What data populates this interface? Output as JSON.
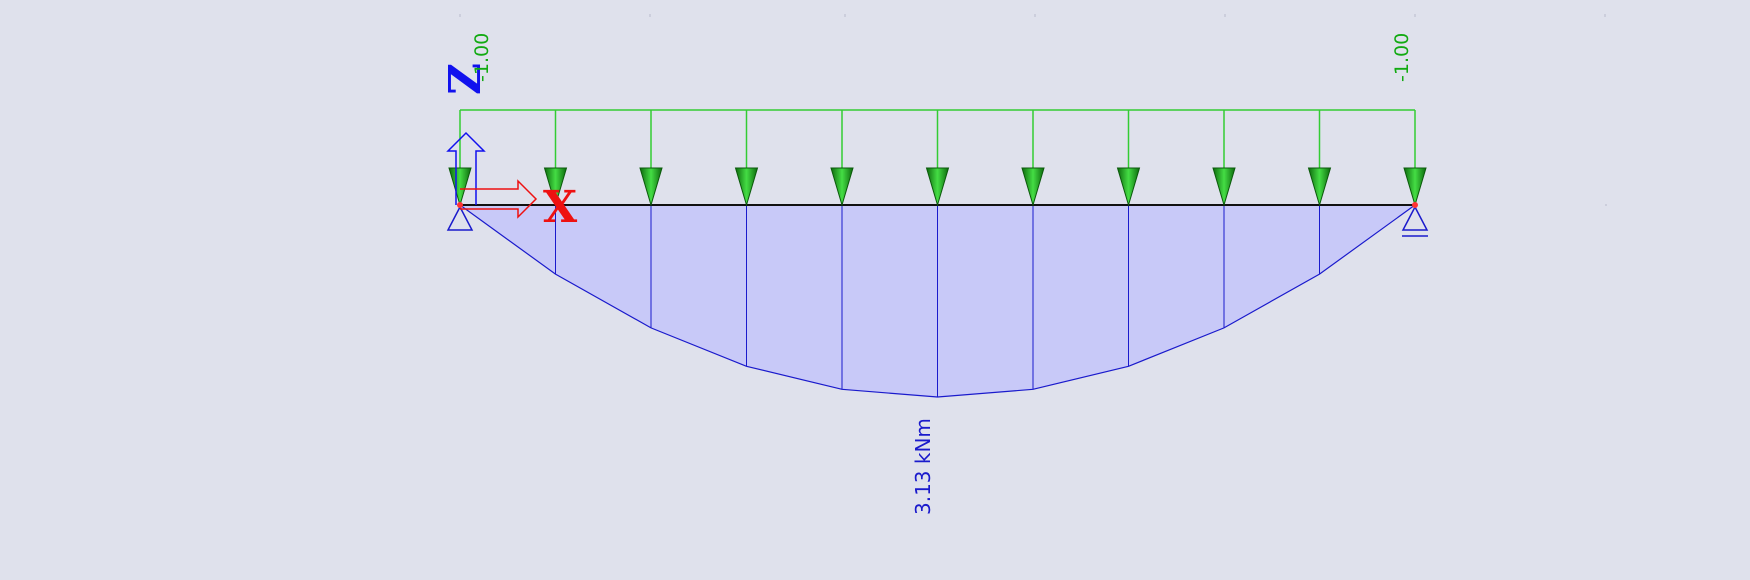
{
  "diagram": {
    "type": "beam-bending-moment",
    "load": {
      "start_value_label": "-1.00",
      "end_value_label": "-1.00",
      "arrow_count": 11,
      "color": "#22aa22"
    },
    "moment": {
      "max_label": "3.13 kNm",
      "fill_color": "#c8c9f8",
      "line_color": "#1a1acc",
      "values": [
        0,
        1.125,
        2.0,
        2.625,
        3.0,
        3.125,
        3.0,
        2.625,
        2.0,
        1.125,
        0
      ],
      "max_value": 3.125
    },
    "axes": {
      "x_label": "X",
      "z_label": "Z",
      "x_color": "#ee1111",
      "z_color": "#1111ee"
    },
    "supports": {
      "left": "pinned",
      "right": "roller",
      "color": "#1a1acc"
    },
    "background_color": "#dfe1ec"
  }
}
